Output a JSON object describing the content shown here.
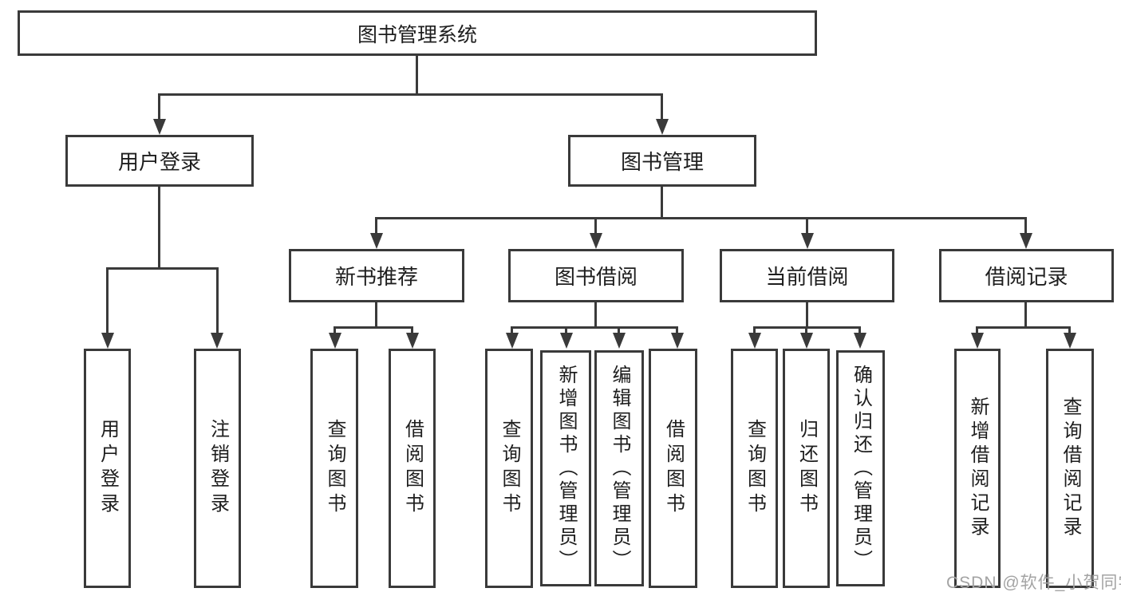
{
  "diagram": {
    "type": "tree",
    "title": "图书管理系统",
    "colors": {
      "line": "#3a3a3a",
      "text": "#1e1e1e",
      "box_background": "#ffffff",
      "watermark": "#a3a3a3"
    },
    "root": {
      "label": "图书管理系统"
    },
    "level2": [
      {
        "label": "用户登录",
        "children": [
          "用户登录",
          "注销登录"
        ]
      },
      {
        "label": "图书管理",
        "children": [
          "新书推荐",
          "图书借阅",
          "当前借阅",
          "借阅记录"
        ]
      }
    ],
    "level3": [
      {
        "label": "新书推荐",
        "children": [
          "查询图书",
          "借阅图书"
        ]
      },
      {
        "label": "图书借阅",
        "children": [
          "查询图书",
          "新增图书（管理员）",
          "编辑图书（管理员）",
          "借阅图书"
        ]
      },
      {
        "label": "当前借阅",
        "children": [
          "查询图书",
          "归还图书",
          "确认归还（管理员）"
        ]
      },
      {
        "label": "借阅记录",
        "children": [
          "新增借阅记录",
          "查询借阅记录"
        ]
      }
    ]
  },
  "watermark": {
    "text": "CSDN @软件_小贺同学"
  }
}
